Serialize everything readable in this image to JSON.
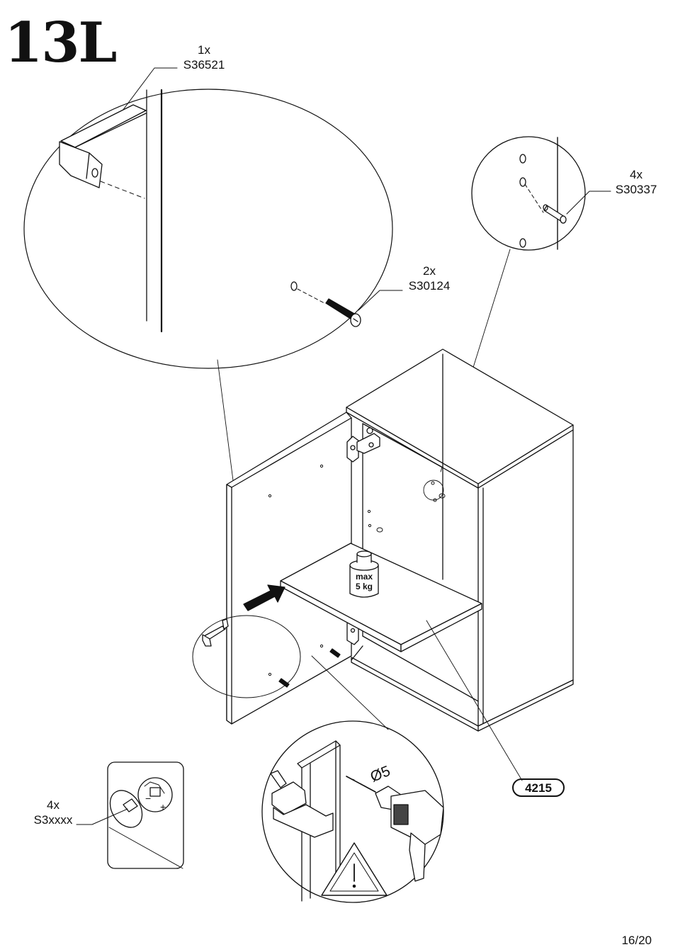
{
  "step": "13L",
  "callouts": {
    "handle": {
      "qty": "1x",
      "code": "S36521"
    },
    "screw": {
      "qty": "2x",
      "code": "S30124"
    },
    "pin": {
      "qty": "4x",
      "code": "S30337"
    },
    "cam": {
      "qty": "4x",
      "code": "S3xxxx"
    }
  },
  "shelf_code": "4215",
  "weight": {
    "line1": "max",
    "line2": "5 kg"
  },
  "drill": {
    "diameter": "Ø5"
  },
  "page": "16/20",
  "colors": {
    "line": "#111111",
    "panel": "#ffffff",
    "detail": "#444444"
  }
}
